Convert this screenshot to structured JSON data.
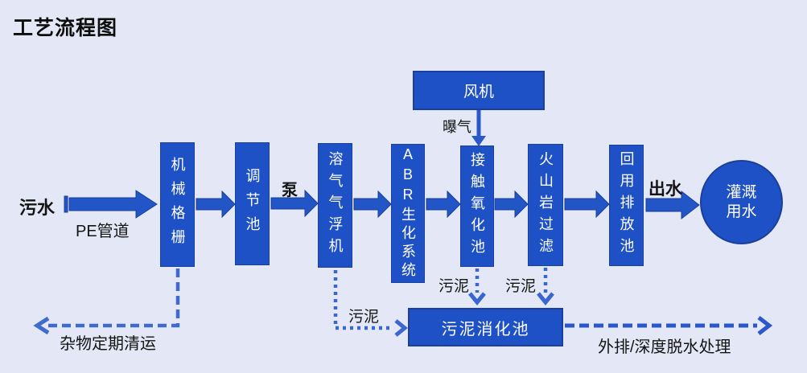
{
  "title": "工艺流程图",
  "nodes": {
    "fan": {
      "label": "风机"
    },
    "mechanical_screen": {
      "label": "机械格栅"
    },
    "regulating_tank": {
      "label": "调节池"
    },
    "daf_machine": {
      "label": "溶气气浮机"
    },
    "abr_system": {
      "label": "ABR生化系统"
    },
    "contact_oxidation": {
      "label": "接触氧化池"
    },
    "volcanic_filter": {
      "label": "火山岩过滤"
    },
    "reuse_discharge": {
      "label": "回用排放池"
    },
    "sludge_digestion": {
      "label": "污泥消化池"
    },
    "irrigation_water": {
      "line1": "灌溉",
      "line2": "用水"
    }
  },
  "labels": {
    "influent": "污水",
    "pe_pipe": "PE管道",
    "pump": "泵",
    "aeration": "曝气",
    "effluent": "出水",
    "sludge_daf": "污泥",
    "sludge_contact": "污泥",
    "sludge_volcanic": "污泥",
    "debris_removal": "杂物定期清运",
    "external_treatment": "外排/深度脱水处理"
  },
  "colors": {
    "background": "#e4e8f6",
    "node_fill": "#1e51c5",
    "node_border": "#1b3f9a",
    "node_text": "#ffffff",
    "block_arrow": "#2255c6",
    "dashed_light": "#3f6ace",
    "dotted_blue": "#3a66d0",
    "dashed_blue": "#2a57c9",
    "label_text": "#141414"
  }
}
